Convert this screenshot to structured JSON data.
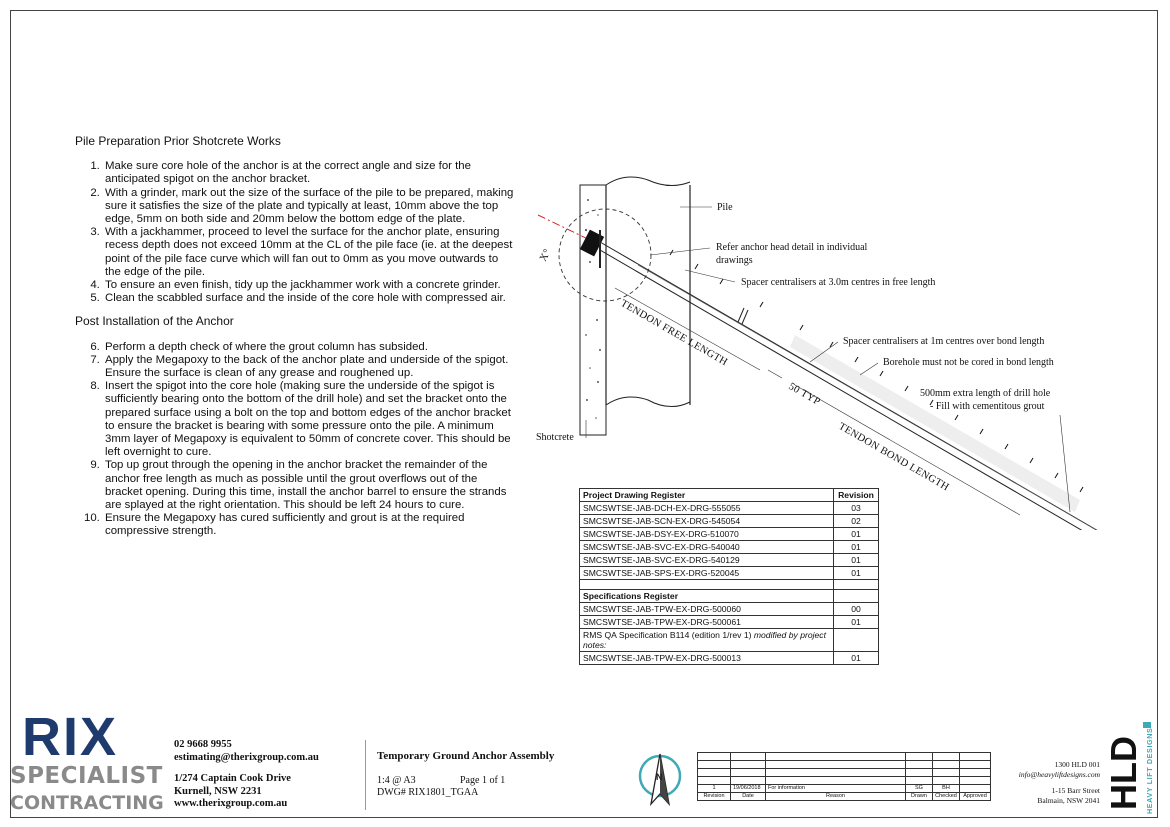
{
  "notes": {
    "section1_title": "Pile Preparation Prior Shotcrete Works",
    "section1_items": [
      "Make sure core hole of the anchor is at the correct angle and size for the anticipated spigot on the anchor bracket.",
      "With a grinder, mark out the size of the surface of the pile to be prepared, making sure it satisfies the size of the plate and typically at least, 10mm above the top edge, 5mm on both side and 20mm below the bottom edge of the plate.",
      "With a jackhammer, proceed to level the surface for the anchor plate, ensuring recess depth does not exceed 10mm at the CL of the pile face (ie. at the deepest point of the pile face curve which will fan out to 0mm as you move outwards to the edge of the pile.",
      "To ensure an even finish, tidy up the jackhammer work with a concrete grinder.",
      "Clean the scabbled surface and the inside of the core hole with compressed air."
    ],
    "section2_title": "Post Installation of the Anchor",
    "section2_items": [
      "Perform a depth check of where the grout column has subsided.",
      "Apply the Megapoxy to the back of the anchor plate and underside of the spigot. Ensure the surface is clean of any grease and roughened up.",
      "Insert the spigot into the core hole (making sure the underside of the spigot is sufficiently bearing onto the bottom of the drill hole) and set the bracket onto the prepared surface using a bolt on the top and bottom edges of the anchor bracket to ensure the bracket is bearing with some pressure onto the pile. A minimum 3mm layer of Megapoxy is equivalent to 50mm of concrete cover. This should be left overnight to cure.",
      "Top up grout through the opening in the anchor bracket the remainder of the anchor free length as much as possible until the grout overflows out of the bracket opening. During this time, install the anchor barrel to ensure the strands are splayed at the right orientation. This should be left 24 hours to cure.",
      "Ensure the Megapoxy has cured sufficiently and grout is at the required compressive strength."
    ]
  },
  "drawing": {
    "pile": "Pile",
    "anchor_head": "Refer anchor head detail in individual",
    "anchor_head2": "drawings",
    "spacer_free": "Spacer centralisers at 3.0m centres in free length",
    "spacer_bond": "Spacer centralisers at 1m centres over bond length",
    "borehole": "Borehole must not be cored in bond length",
    "extra_length": "500mm extra length of drill hole",
    "extra_fill": "- Fill with cementitous grout",
    "free_length": "TENDON FREE LENGTH",
    "bond_length": "TENDON BOND LENGTH",
    "typ": "50 TYP",
    "angle": "X°",
    "shotcrete": "Shotcrete"
  },
  "register": {
    "drawing_header": "Project Drawing Register",
    "revision_header": "Revision",
    "drawings": [
      {
        "code": "SMCSWTSE-JAB-DCH-EX-DRG-555055",
        "rev": "03"
      },
      {
        "code": "SMCSWTSE-JAB-SCN-EX-DRG-545054",
        "rev": "02"
      },
      {
        "code": "SMCSWTSE-JAB-DSY-EX-DRG-510070",
        "rev": "01"
      },
      {
        "code": "SMCSWTSE-JAB-SVC-EX-DRG-540040",
        "rev": "01"
      },
      {
        "code": "SMCSWTSE-JAB-SVC-EX-DRG-540129",
        "rev": "01"
      },
      {
        "code": "SMCSWTSE-JAB-SPS-EX-DRG-520045",
        "rev": "01"
      }
    ],
    "spec_header": "Specifications Register",
    "specs": [
      {
        "code": "SMCSWTSE-JAB-TPW-EX-DRG-500060",
        "rev": "00"
      },
      {
        "code": "SMCSWTSE-JAB-TPW-EX-DRG-500061",
        "rev": "01"
      }
    ],
    "rms_text": "RMS QA Specification B114 (edition 1/rev 1)",
    "rms_italic": "modified by project notes:",
    "last": {
      "code": "SMCSWTSE-JAB-TPW-EX-DRG-500013",
      "rev": "01"
    }
  },
  "titleblock": {
    "logo_main": "RIX",
    "logo_specialist": "SPECIALIST",
    "logo_contracting": "CONTRACTING",
    "phone": "02 9668 9955",
    "email": "estimating@therixgroup.com.au",
    "address1": "1/274 Captain Cook Drive",
    "address2": "Kurnell, NSW 2231",
    "website": "www.therixgroup.com.au",
    "project": "Temporary Ground Anchor Assembly",
    "scale": "1:4 @ A3",
    "page": "Page 1 of 1",
    "dwg": "DWG# RIX1801_TGAA",
    "rev_row": {
      "rev": "1",
      "date": "19/06/2018",
      "reason": "For information",
      "drawn": "SG",
      "checked": "BH",
      "approved": ""
    },
    "rev_headers": [
      "Revision",
      "Date",
      "Reason",
      "Drawn",
      "Checked",
      "Approved"
    ],
    "hld_phone": "1300 HLD 001",
    "hld_email": "info@heavyliftdesigns.com",
    "hld_addr1": "1-15 Barr Street",
    "hld_addr2": "Balmain, NSW 2041",
    "hld_logo": "HLD",
    "hld_side": "HEAVY LIFT DESIGNS"
  },
  "colors": {
    "rix_blue": "#1f3b6e",
    "rix_grey": "#8a8a8a",
    "hld_teal": "#3fa9b5",
    "dash_red": "#d9262b"
  }
}
